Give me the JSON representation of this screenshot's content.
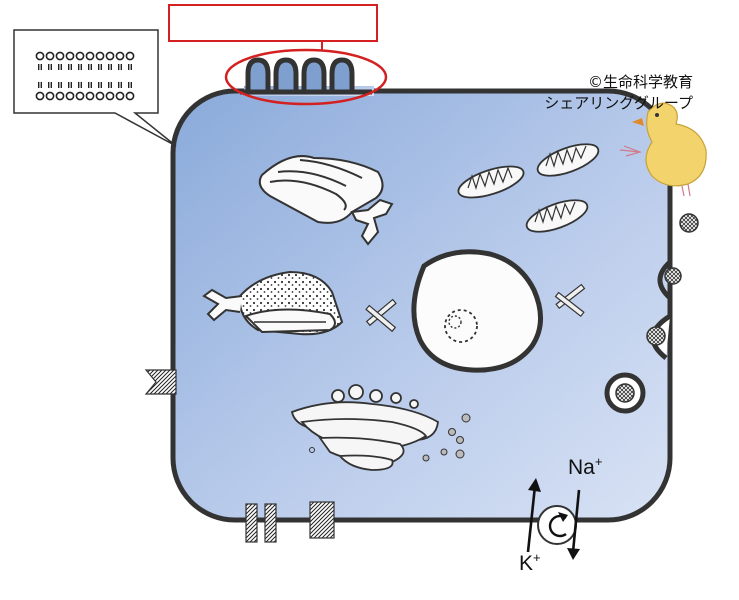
{
  "diagram": {
    "copyright_line1": "©生命科学教育",
    "copyright_line2": "シェアリンググループ",
    "label_box_text": "",
    "ion_na": "Na",
    "ion_na_charge": "+",
    "ion_k": "K",
    "ion_k_charge": "+"
  },
  "colors": {
    "cell_fill_start": "#8fb0dc",
    "cell_fill_end": "#d3def2",
    "membrane": "#333333",
    "highlight": "#d42020"
  },
  "icons": [
    "phospholipid-bilayer-icon",
    "chick-icon",
    "nucleus-icon",
    "mitochondrion-icon",
    "golgi-icon",
    "rough-er-icon",
    "smooth-er-icon",
    "microvilli-icon",
    "sodium-potassium-pump-icon",
    "vesicle-icon",
    "centriole-icon"
  ]
}
